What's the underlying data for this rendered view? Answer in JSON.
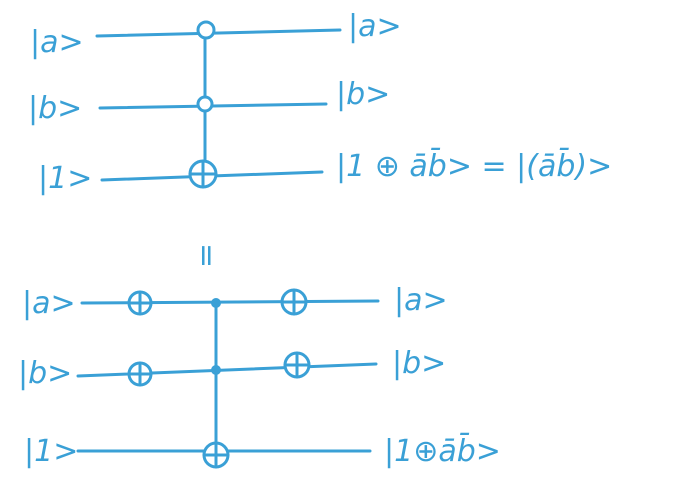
{
  "top_circuit": {
    "inputs": [
      "|a>",
      "|b>",
      "|1>"
    ],
    "outputs": [
      "|a>",
      "|b>",
      "|1 ⊕ āb̄> = |(āb̄)>"
    ],
    "controls": [
      "open",
      "open"
    ],
    "target": "not"
  },
  "equals_sign": "=",
  "bottom_circuit": {
    "inputs": [
      "|a>",
      "|b>",
      "|1>"
    ],
    "outputs": [
      "|a>",
      "|b>",
      "|1⊕āb̄>"
    ],
    "pre_gates": [
      "not",
      "not"
    ],
    "controls": [
      "filled",
      "filled"
    ],
    "target": "not",
    "post_gates": [
      "not",
      "not"
    ]
  },
  "colors": {
    "ink": "#3aa0d6",
    "background": "#ffffff"
  }
}
